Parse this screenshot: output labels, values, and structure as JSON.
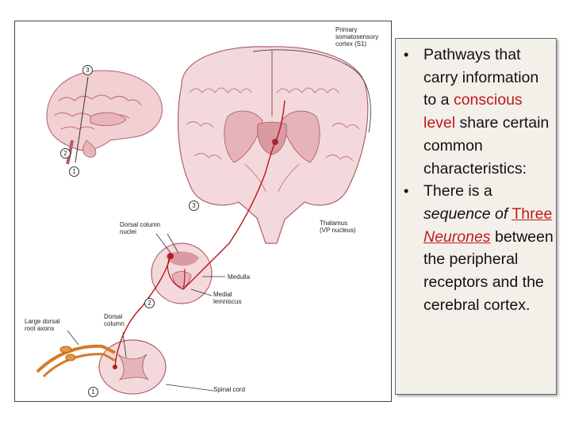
{
  "figure": {
    "labels": {
      "s1": "Primary\nsomatosensory\ncortex (S1)",
      "thalamus": "Thalamus\n(VP nucleus)",
      "dorsal_column_nuclei": "Dorsal column\nnuclei",
      "medulla": "Medulla",
      "medial_lemniscus": "Medial\nlemniscus",
      "dorsal_column": "Dorsal\ncolumn",
      "large_dorsal_root_axons": "Large dorsal\nroot axons",
      "spinal_cord": "Spinal cord"
    },
    "numbers": {
      "n3_top": "3",
      "n2_left": "2",
      "n1_left": "1",
      "n3_mid": "3",
      "n2_mid": "2",
      "n1_bottom": "1"
    }
  },
  "text_box": {
    "bullet_symbol": "•",
    "bullet1": {
      "part1": "Pathways that carry information to a ",
      "highlight": "conscious level",
      "part2": " share certain common characteristics:"
    },
    "bullet2": {
      "part1": "There is a ",
      "italic": "sequence of",
      "space": " ",
      "red_normal": "Three ",
      "red_italic": "Neurones",
      "part2": " between the peripheral receptors and the cerebral cortex."
    }
  },
  "colors": {
    "pathway_red": "#b8141a",
    "tissue_pink": "#f3d9db",
    "tissue_dark": "#c98b92",
    "highlight_red": "#c0191c"
  }
}
